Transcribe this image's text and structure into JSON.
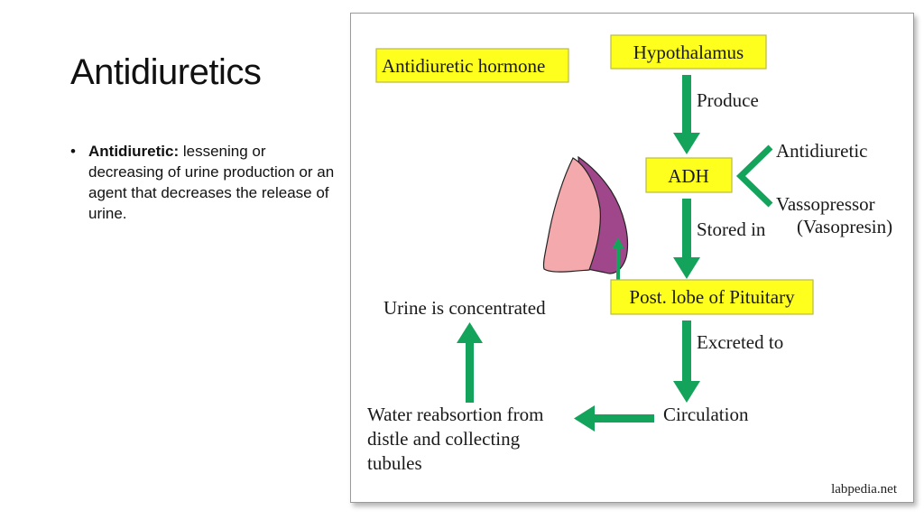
{
  "slide": {
    "title": "Antidiuretics",
    "bullets": [
      {
        "term": "Antidiuretic:",
        "text": " lessening or decreasing of urine production or an agent that decreases the release of urine."
      }
    ]
  },
  "diagram": {
    "header_label": "Antidiuretic hormone",
    "nodes": {
      "hypothalamus": "Hypothalamus",
      "adh": "ADH",
      "pituitary": "Post. lobe of Pituitary",
      "circulation": "Circulation",
      "water_line1": "Water reabsortion from",
      "water_line2": "distle and collecting",
      "water_line3": "tubules",
      "urine": "Urine is concentrated"
    },
    "edges": {
      "produce": "Produce",
      "stored_in": "Stored in",
      "excreted_to": "Excreted to"
    },
    "adh_roles": {
      "antidiuretic": "Antidiuretic",
      "vasopressor": "Vassopressor",
      "vasopresin": "(Vasopresin)"
    },
    "credit": "labpedia.net",
    "colors": {
      "box_fill": "#ffff1e",
      "arrow": "#14a35a",
      "pituitary_front": "#f4a9ac",
      "pituitary_back": "#a0468a"
    }
  }
}
